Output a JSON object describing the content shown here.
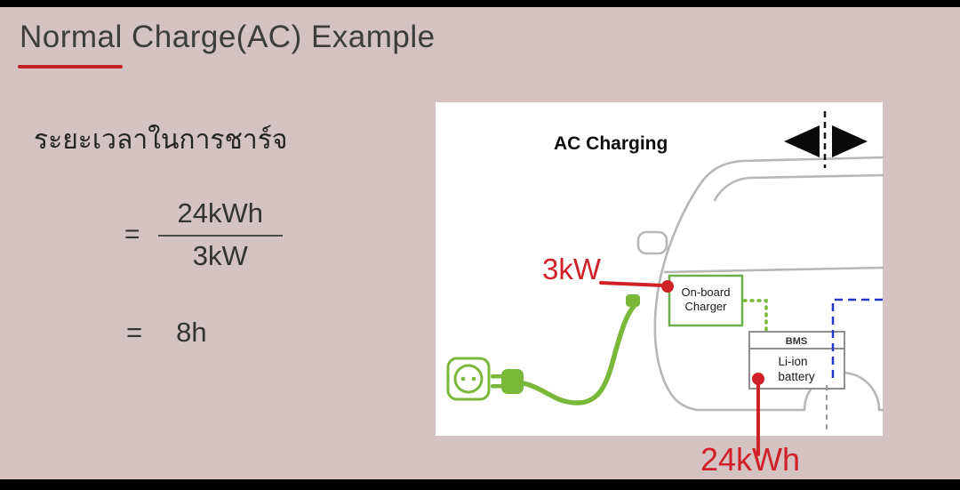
{
  "slide": {
    "title": "Normal Charge(AC) Example",
    "duration_heading": "ระยะเวลาในการชาร์จ",
    "equation": {
      "equals_sign": "=",
      "numerator": "24kWh",
      "denominator": "3kW",
      "result_equals_sign": "=",
      "result_value": "8h"
    }
  },
  "diagram": {
    "heading": "AC Charging",
    "power_callout": "3kW",
    "capacity_callout": "24kWh",
    "onboard_charger": {
      "line1": "On-board",
      "line2": "Charger"
    },
    "bms_label": "BMS",
    "battery": {
      "line1": "Li-ion",
      "line2": "battery"
    }
  },
  "colors": {
    "background": "#d5c2c2",
    "accent_red": "#cf2127",
    "green": "#7ab83a",
    "blue": "#2438c8",
    "car_gray": "#b7b7b7",
    "panel": "#ffffff"
  }
}
